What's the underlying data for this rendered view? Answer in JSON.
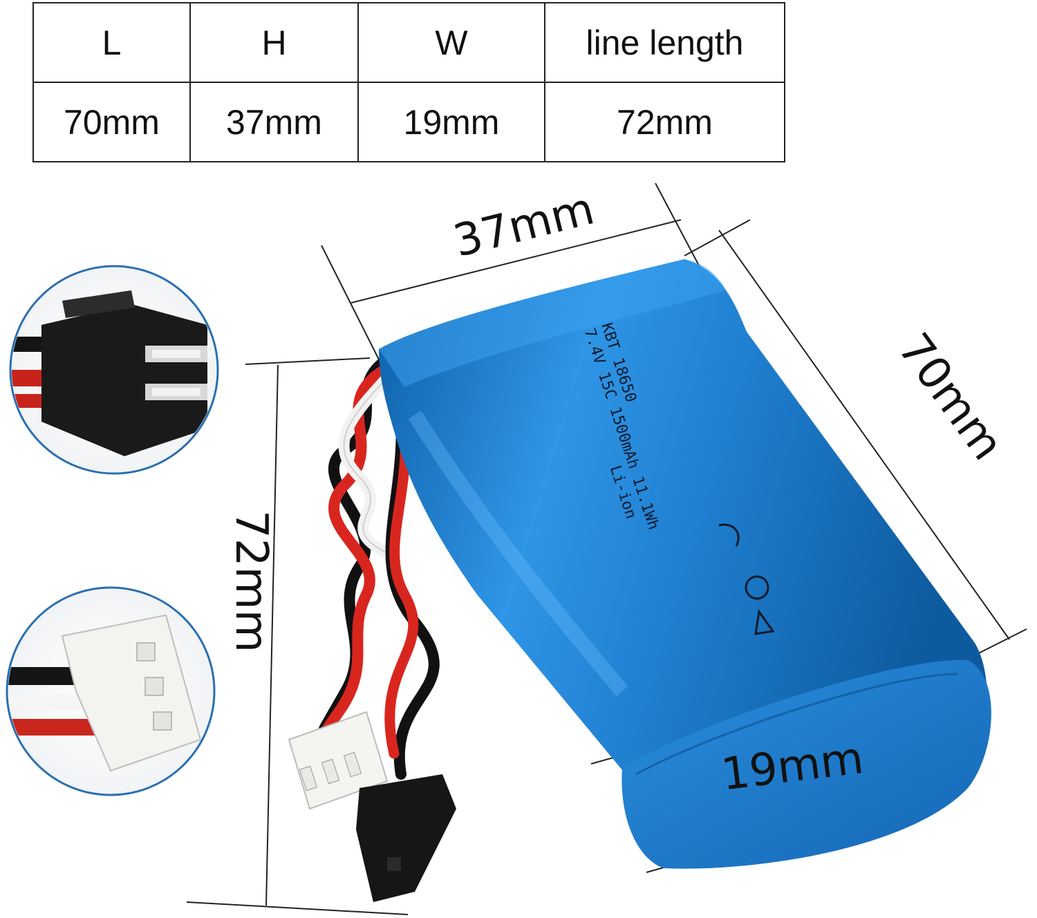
{
  "spec_table": {
    "headers": [
      "L",
      "H",
      "W",
      "line length"
    ],
    "values": [
      "70mm",
      "37mm",
      "19mm",
      "72mm"
    ]
  },
  "dimensions": {
    "height_label": "37mm",
    "length_label": "70mm",
    "wire_label": "72mm",
    "width_label": "19mm"
  },
  "battery": {
    "color": "#1f7fd0",
    "printed_text": [
      "KBT 18650",
      "7.4V 15C 1500mAh 11.1Wh",
      "Li-ion"
    ]
  },
  "insets": {
    "top_connector": "sm-2p-black-connector",
    "bottom_connector": "xh-3p-white-balance-connector"
  }
}
